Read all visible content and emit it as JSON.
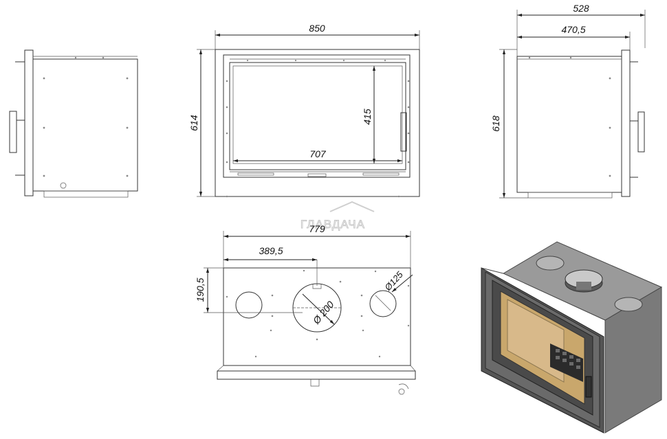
{
  "watermark": "ГЛАВДАЧА",
  "dimensions": {
    "front_width": "850",
    "front_height": "614",
    "glass_height": "415",
    "glass_width": "707",
    "side_depth_total": "528",
    "side_depth_body": "470,5",
    "side_height": "618",
    "top_width": "779",
    "top_center_offset": "389,5",
    "top_front_offset": "190,5",
    "main_flue_diameter": "Ø 200",
    "side_flue_diameter": "Ø125"
  },
  "colors": {
    "line": "#333333",
    "frame": "#5e5e5e",
    "body": "#8a8a8a",
    "glass": "#c9a76c",
    "firebox": "#d8b98a"
  }
}
